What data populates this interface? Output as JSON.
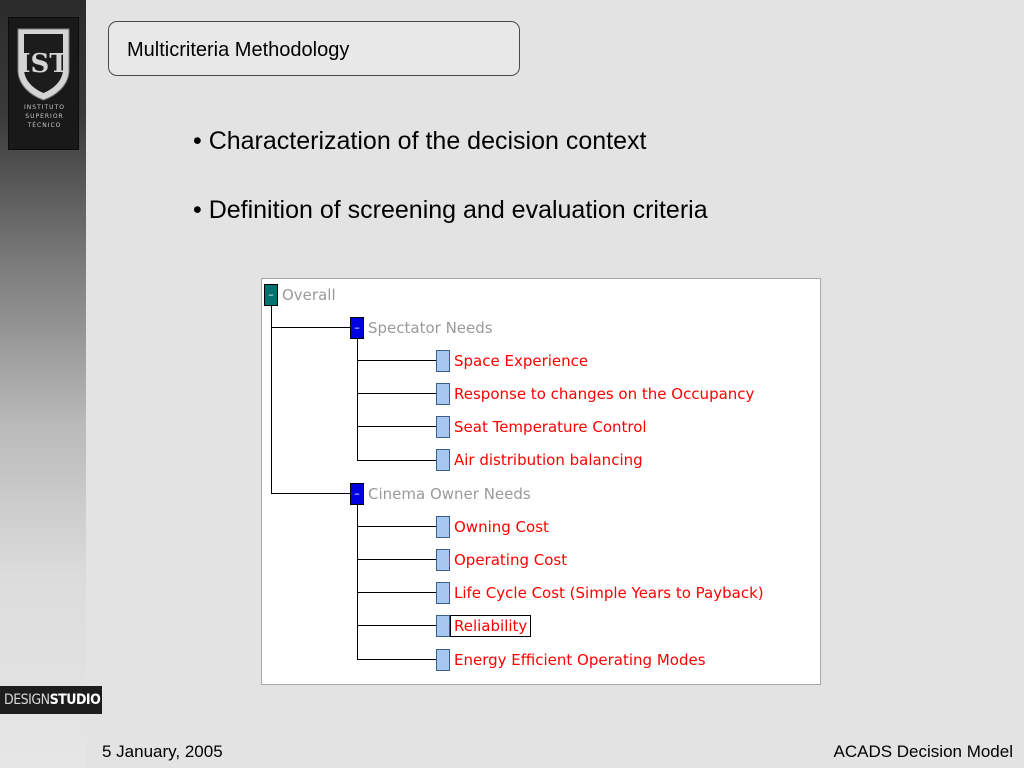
{
  "sidebar": {
    "logo_text": [
      "INSTITUTO",
      "SUPERIOR",
      "TÉCNICO"
    ],
    "brand_design": "DESIGN",
    "brand_studio": "STUDIO"
  },
  "slide": {
    "title": "Multicriteria Methodology",
    "bullets": [
      "• Characterization of the decision context",
      "• Definition of screening and evaluation criteria"
    ]
  },
  "tree": {
    "collapse_glyph": "–",
    "root": "Overall",
    "groups": [
      {
        "label": "Spectator Needs",
        "items": [
          "Space Experience",
          "Response to changes on the Occupancy",
          "Seat Temperature Control",
          "Air distribution balancing"
        ]
      },
      {
        "label": "Cinema Owner Needs",
        "items": [
          "Owning Cost",
          "Operating Cost",
          "Life Cycle Cost (Simple Years to Payback)",
          "Reliability",
          "Energy Efficient Operating Modes"
        ]
      }
    ],
    "selected_item": "Reliability"
  },
  "footer": {
    "date": "5 January, 2005",
    "presentation": "ACADS Decision Model"
  },
  "colors": {
    "root_box": "#007070",
    "group_box": "#0000e0",
    "leaf_box": "#a6c8f0",
    "criteria_text": "#ff0000",
    "group_text": "#9a9a9a"
  }
}
